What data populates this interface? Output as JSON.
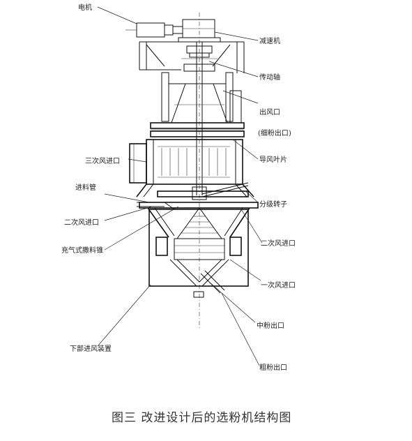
{
  "labels": {
    "motor": "电机",
    "reducer": "减速机",
    "drive_shaft": "传动轴",
    "air_outlet": "出风口",
    "fine_powder_outlet": "(细粉出口)",
    "guide_vane": "导风叶片",
    "tertiary_air_inlet": "三次风进口",
    "feed_pipe": "进料管",
    "secondary_air_inlet_left": "二次风进口",
    "inflatable_cone": "充气式撒料锥",
    "classifier_rotor": "分级转子",
    "secondary_air_inlet_right": "二次风进口",
    "primary_air_inlet": "一次风进口",
    "medium_powder_outlet": "中粉出口",
    "lower_air_inlet_device": "下部进风装置",
    "coarse_powder_outlet": "粗粉出口"
  },
  "caption": "图三   改进设计后的选粉机结构图"
}
